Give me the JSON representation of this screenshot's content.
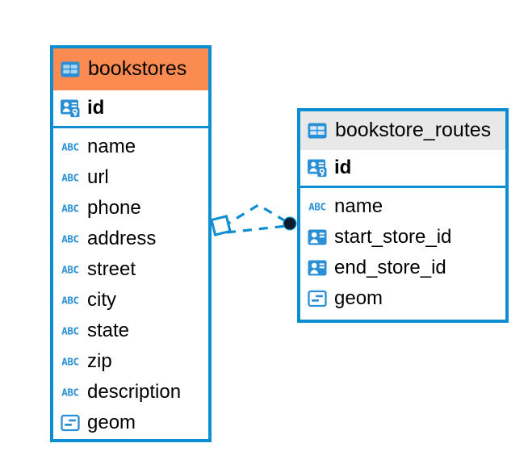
{
  "diagram": {
    "type": "entity-relationship-diagram",
    "background": "#ffffff",
    "accent_color": "#0d8ed2",
    "highlight_color": "#fb8b50",
    "header_color_secondary": "#e8e8e8",
    "entities": [
      {
        "name": "bookstores",
        "header_icon": "table-icon",
        "header_background": "#fb8b50",
        "selected": true,
        "primary_key": {
          "label": "id",
          "icon": "primary-key-icon",
          "type": "pk"
        },
        "fields": [
          {
            "label": "name",
            "icon": "text-type-icon",
            "type": "abc"
          },
          {
            "label": "url",
            "icon": "text-type-icon",
            "type": "abc"
          },
          {
            "label": "phone",
            "icon": "text-type-icon",
            "type": "abc"
          },
          {
            "label": "address",
            "icon": "text-type-icon",
            "type": "abc"
          },
          {
            "label": "street",
            "icon": "text-type-icon",
            "type": "abc"
          },
          {
            "label": "city",
            "icon": "text-type-icon",
            "type": "abc"
          },
          {
            "label": "state",
            "icon": "text-type-icon",
            "type": "abc"
          },
          {
            "label": "zip",
            "icon": "text-type-icon",
            "type": "abc"
          },
          {
            "label": "description",
            "icon": "text-type-icon",
            "type": "abc"
          },
          {
            "label": "geom",
            "icon": "geometry-type-icon",
            "type": "geom"
          }
        ]
      },
      {
        "name": "bookstore_routes",
        "header_icon": "table-icon",
        "header_background": "#e8e8e8",
        "selected": false,
        "primary_key": {
          "label": "id",
          "icon": "primary-key-icon",
          "type": "pk"
        },
        "fields": [
          {
            "label": "name",
            "icon": "text-type-icon",
            "type": "abc"
          },
          {
            "label": "start_store_id",
            "icon": "foreign-key-icon",
            "type": "fk"
          },
          {
            "label": "end_store_id",
            "icon": "foreign-key-icon",
            "type": "fk"
          },
          {
            "label": "geom",
            "icon": "geometry-type-icon",
            "type": "geom"
          }
        ]
      }
    ],
    "relationship": {
      "style": "dashed",
      "color": "#0d8ed2",
      "source_marker": "diamond-endpoint",
      "target_marker": "filled-circle-endpoint",
      "target_marker_color": "#0d1b2a",
      "edge_count": 2
    }
  }
}
